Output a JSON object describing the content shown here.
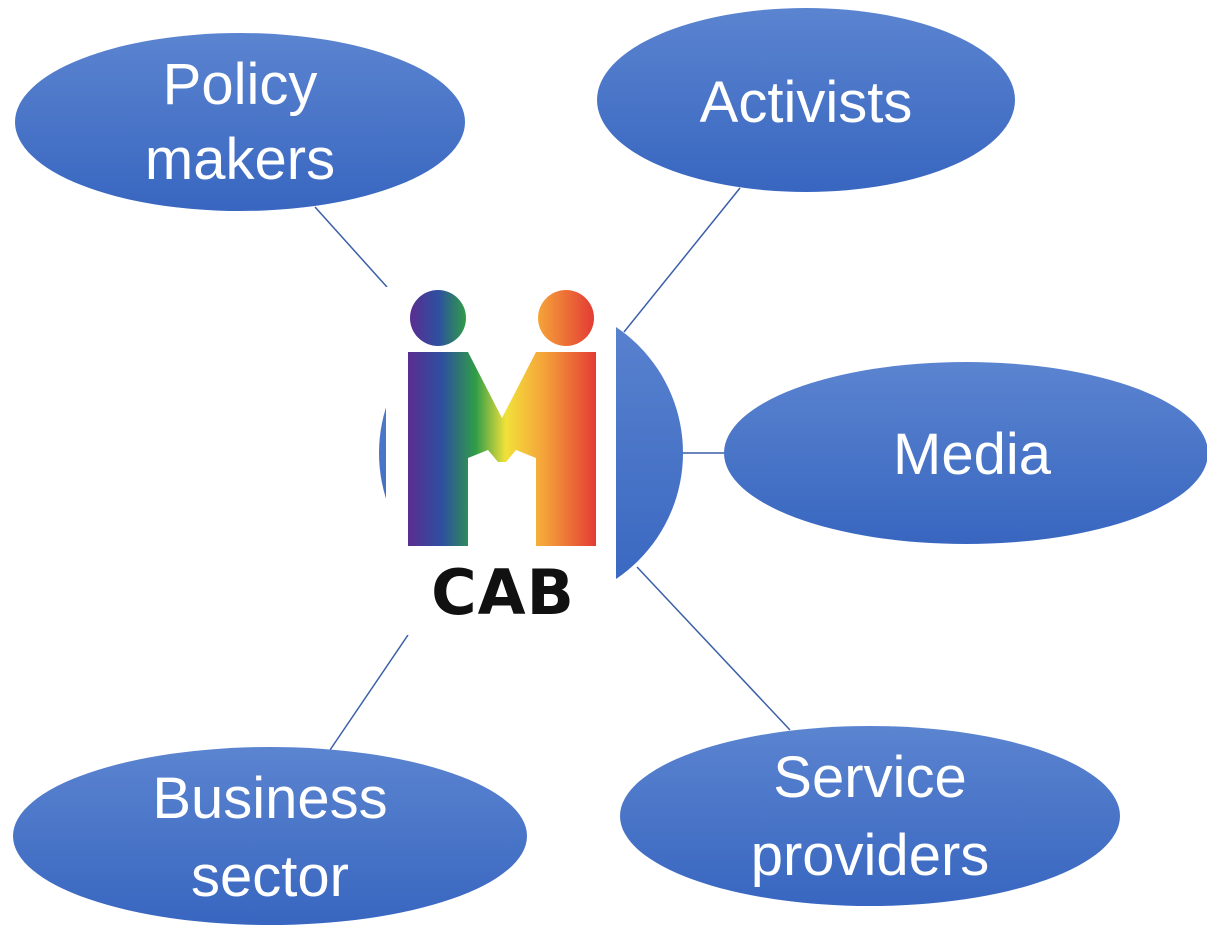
{
  "center": {
    "logo_text": "CAB",
    "logo_colors": {
      "rainbow": [
        "#5a2d91",
        "#2e4fa0",
        "#2f9d47",
        "#f2e13a",
        "#f5a43a",
        "#e33b34"
      ],
      "left_head": [
        "#5a2d91",
        "#2e4fa0",
        "#2f9d47"
      ],
      "right_head": [
        "#f5a43a",
        "#e33b34"
      ]
    }
  },
  "nodes": {
    "policy_makers": {
      "line1": "Policy",
      "line2": "makers"
    },
    "activists": {
      "line1": "Activists"
    },
    "media": {
      "line1": "Media"
    },
    "business_sector": {
      "line1": "Business",
      "line2": "sector"
    },
    "service_providers": {
      "line1": "Service",
      "line2": "providers"
    }
  },
  "colors": {
    "node_fill_top": "#5b84d0",
    "node_fill_bottom": "#3a67c2",
    "connector": "#3a5fa8",
    "label": "#ffffff"
  }
}
